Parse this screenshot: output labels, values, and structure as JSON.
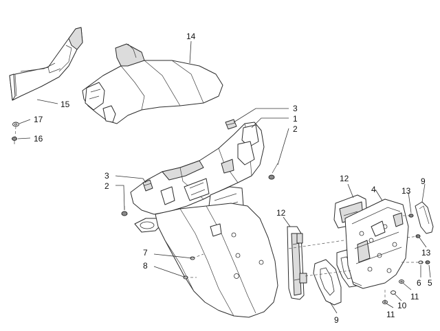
{
  "callouts": [
    {
      "id": "c14",
      "text": "14"
    },
    {
      "id": "c15",
      "text": "15"
    },
    {
      "id": "c17",
      "text": "17"
    },
    {
      "id": "c16",
      "text": "16"
    },
    {
      "id": "c3a",
      "text": "3"
    },
    {
      "id": "c1",
      "text": "1"
    },
    {
      "id": "c2a",
      "text": "2"
    },
    {
      "id": "c3b",
      "text": "3"
    },
    {
      "id": "c2b",
      "text": "2"
    },
    {
      "id": "c12a",
      "text": "12"
    },
    {
      "id": "c4",
      "text": "4"
    },
    {
      "id": "c13a",
      "text": "13"
    },
    {
      "id": "c9a",
      "text": "9"
    },
    {
      "id": "c12b",
      "text": "12"
    },
    {
      "id": "c13b",
      "text": "13"
    },
    {
      "id": "c7",
      "text": "7"
    },
    {
      "id": "c8",
      "text": "8"
    },
    {
      "id": "c6",
      "text": "6"
    },
    {
      "id": "c5",
      "text": "5"
    },
    {
      "id": "c11a",
      "text": "11"
    },
    {
      "id": "c10",
      "text": "10"
    },
    {
      "id": "c9b",
      "text": "9"
    },
    {
      "id": "c11b",
      "text": "11"
    }
  ]
}
